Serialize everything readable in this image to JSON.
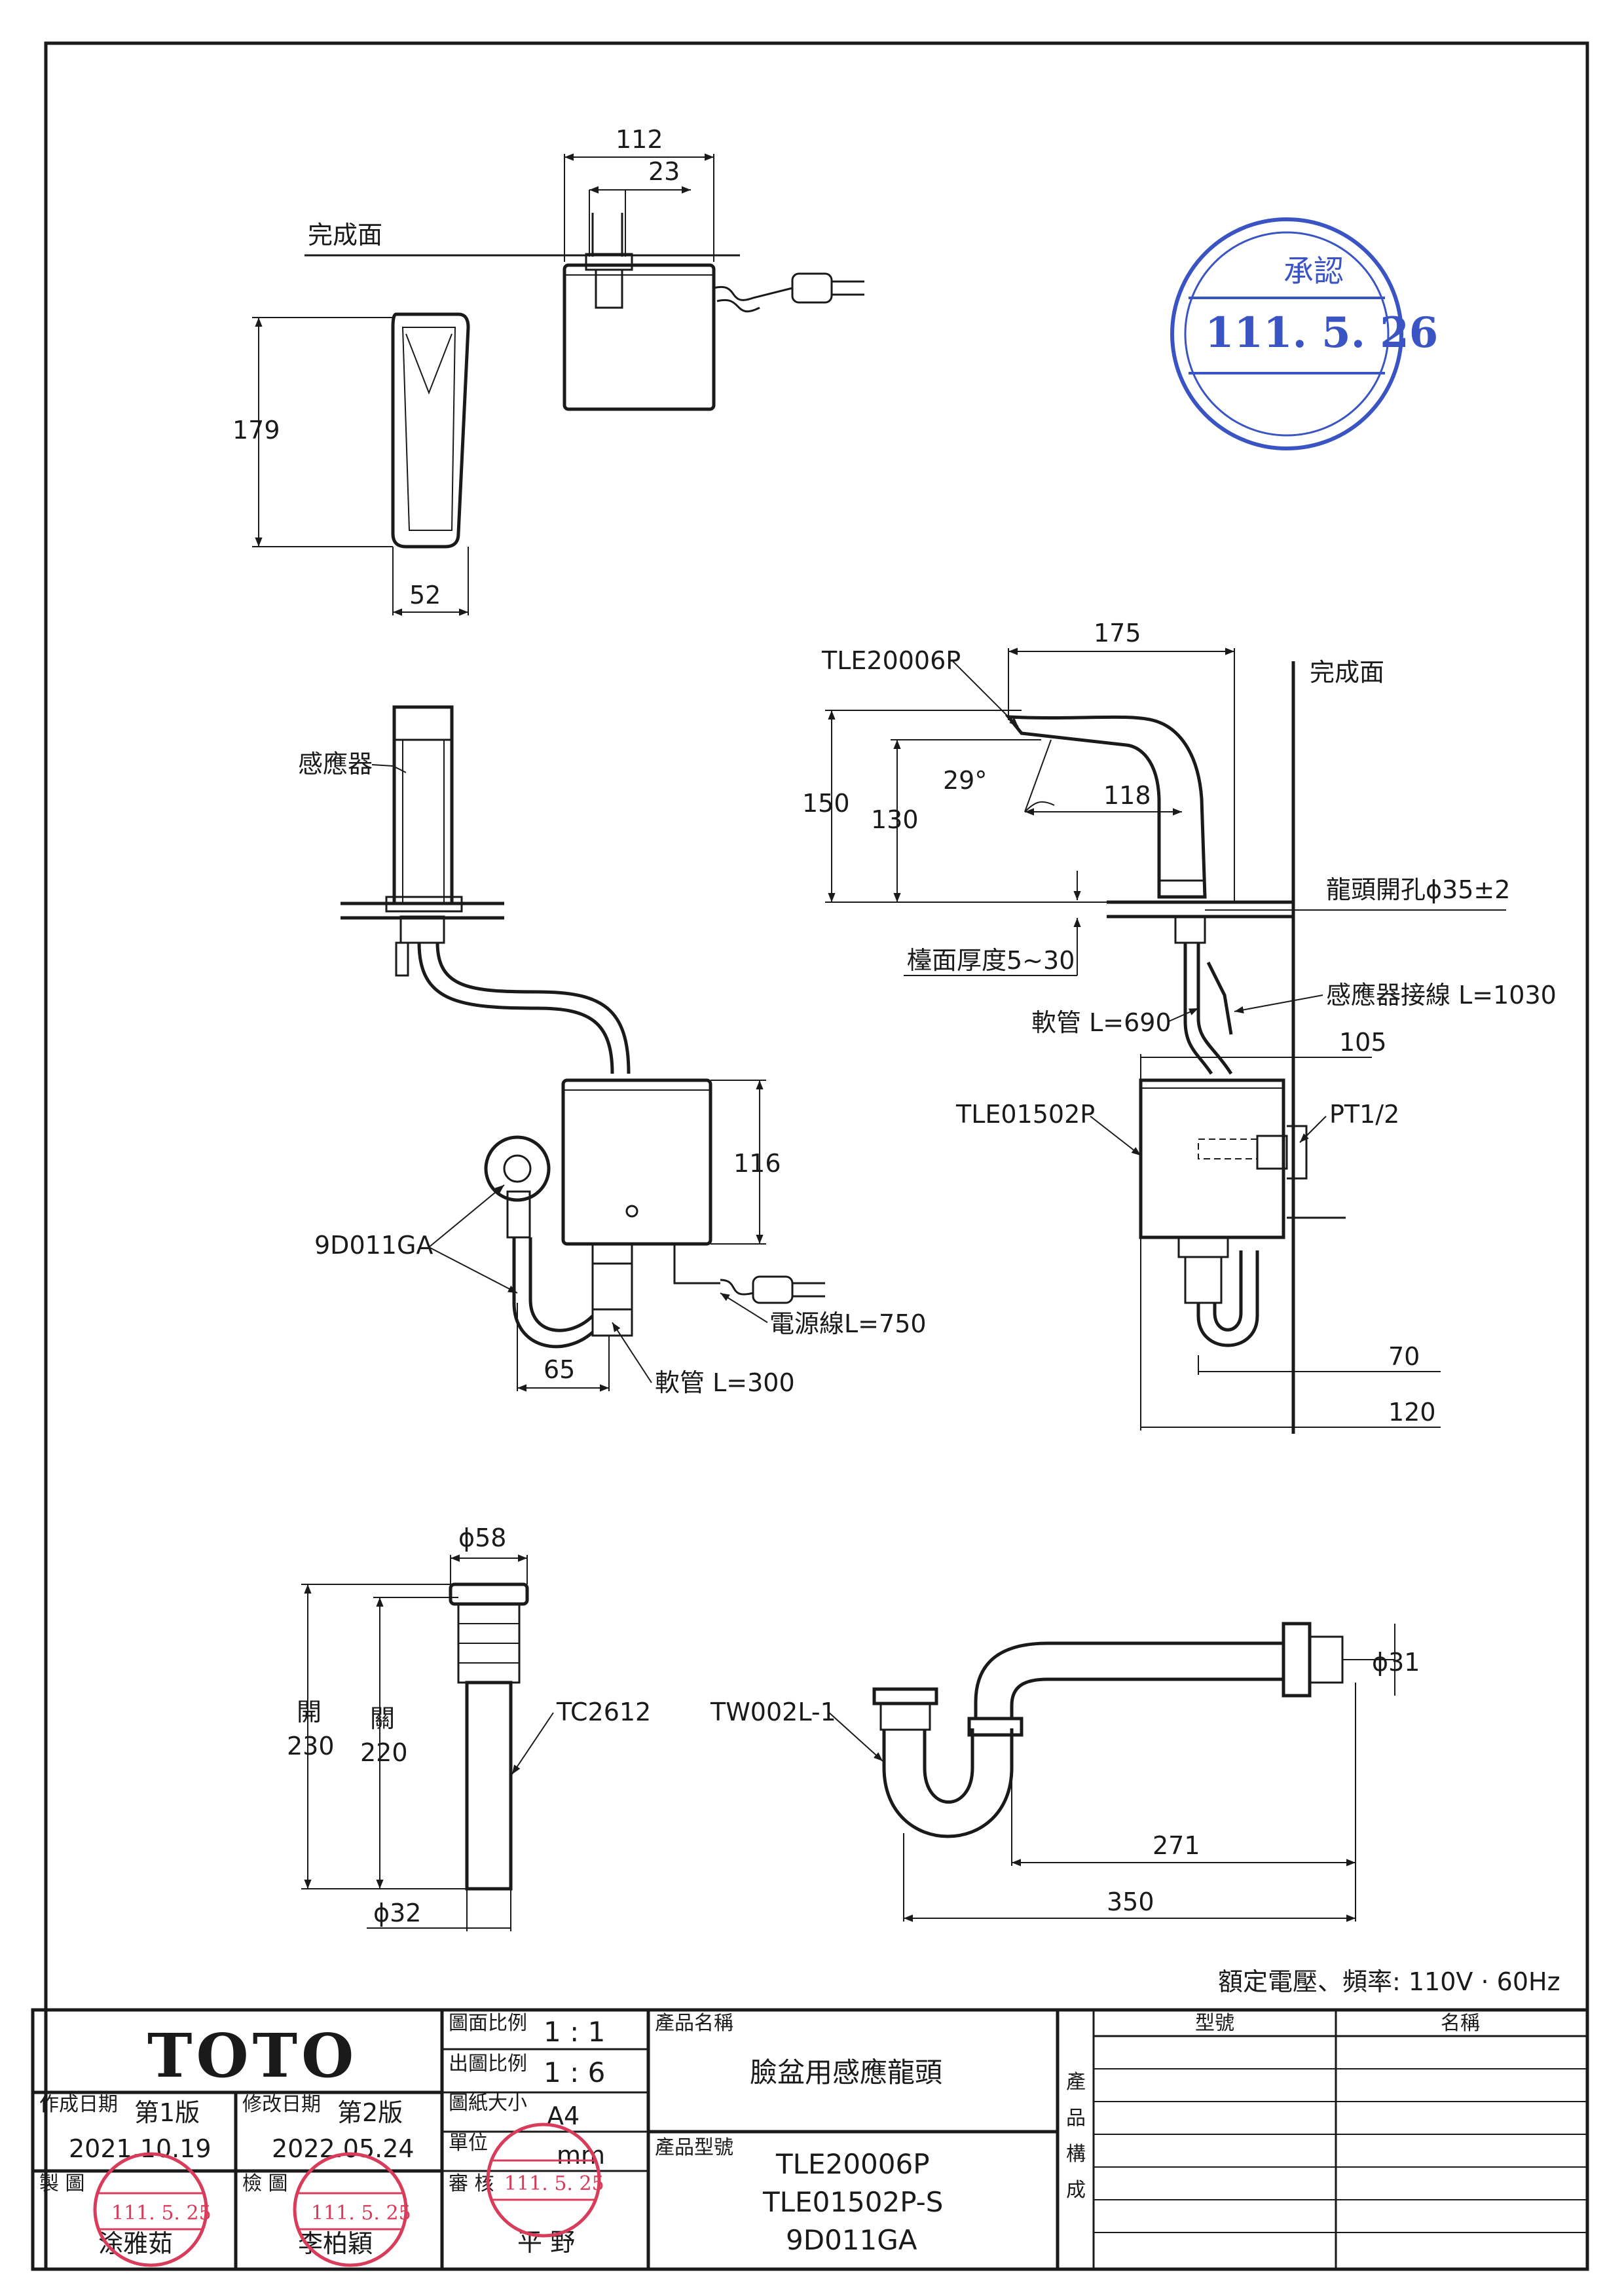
{
  "drawing": {
    "top_view": {
      "dim_112": "112",
      "dim_23": "23",
      "finish_surface": "完成面",
      "dim_179": "179",
      "dim_52": "52"
    },
    "front_view": {
      "sensor_label": "感應器",
      "part_9d011ga": "9D011GA",
      "dim_116": "116",
      "dim_65": "65",
      "hose_300": "軟管 L=300",
      "power_cord": "電源線L=750"
    },
    "side_view": {
      "faucet_model": "TLE20006P",
      "dim_175": "175",
      "finish_surface": "完成面",
      "dim_150": "150",
      "dim_130": "130",
      "angle_29": "29°",
      "dim_118": "118",
      "tap_hole": "龍頭開孔ϕ35±2",
      "counter_thickness": "檯面厚度5~30",
      "sensor_cable": "感應器接線 L=1030",
      "hose_690": "軟管 L=690",
      "dim_105": "105",
      "control_box_model": "TLE01502P",
      "pt_thread": "PT1/2",
      "dim_70": "70",
      "dim_120": "120"
    },
    "drain_view": {
      "dim_phi58": "ϕ58",
      "open_label": "開",
      "dim_230": "230",
      "closed_label": "關",
      "dim_220": "220",
      "drain_model": "TC2612",
      "dim_phi32": "ϕ32",
      "trap_model": "TW002L-1",
      "dim_phi31": "ϕ31",
      "dim_271": "271",
      "dim_350": "350"
    },
    "rated_voltage": "額定電壓、頻率: 110V · 60Hz"
  },
  "approval_stamp": {
    "date": "111. 5. 26",
    "word_approved": "承認"
  },
  "title_block": {
    "brand": "TOTO",
    "scale_label": "圖面比例",
    "scale_value": "1 : 1",
    "print_scale_label": "出圖比例",
    "print_scale_value": "1 : 6",
    "paper_size_label": "圖紙大小",
    "paper_size_value": "A4",
    "unit_label": "單位",
    "unit_value": "mm",
    "review_label": "審 核",
    "create_date_label": "作成日期",
    "create_edition": "第1版",
    "create_date": "2021.10.19",
    "modify_date_label": "修改日期",
    "modify_edition": "第2版",
    "modify_date": "2022.05.24",
    "drawn_label": "製 圖",
    "drawn_by": "涂雅茹",
    "checked_label": "檢 圖",
    "checked_by": "李柏穎",
    "reviewer": "平 野",
    "stamp_date": "111. 5. 25",
    "product_name_label": "產品名稱",
    "product_name": "臉盆用感應龍頭",
    "product_model_label": "產品型號",
    "product_models": [
      "TLE20006P",
      "TLE01502P-S",
      "9D011GA"
    ],
    "composition_label": [
      "產",
      "品",
      "構",
      "成"
    ],
    "model_col_header": "型號",
    "name_col_header": "名稱"
  },
  "colors": {
    "ink": "#1a1a1a",
    "stamp_blue": "#3a54c4",
    "stamp_red": "#d93c5a"
  }
}
